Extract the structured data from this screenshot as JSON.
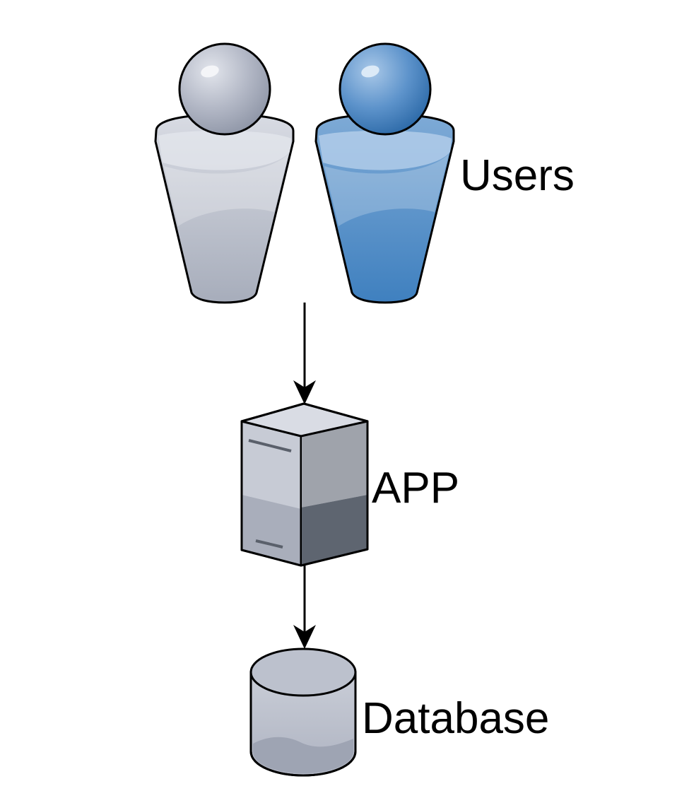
{
  "nodes": {
    "users": {
      "label": "Users",
      "icon": "users-icon"
    },
    "app": {
      "label": "APP",
      "icon": "server-icon"
    },
    "database": {
      "label": "Database",
      "icon": "database-icon"
    }
  },
  "edges": [
    {
      "from": "users",
      "to": "app"
    },
    {
      "from": "app",
      "to": "database"
    }
  ],
  "colors": {
    "user_gray": "#aab0be",
    "user_blue": "#3f80bf",
    "server_light": "#c4c8d2",
    "server_dark": "#5d6470",
    "database": "#b6bbc8",
    "stroke": "#000000"
  }
}
